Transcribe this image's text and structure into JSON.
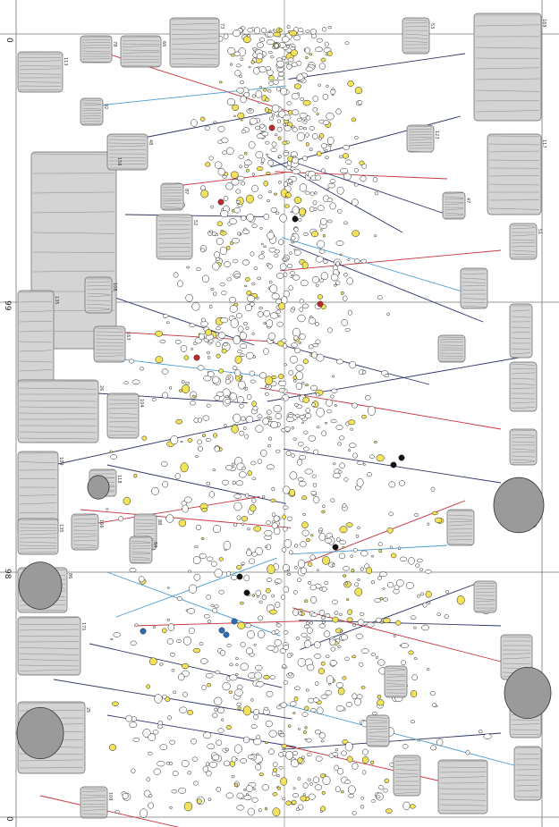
{
  "grid_labels": {
    "top_left": "0",
    "upper_mid": "99",
    "lower_mid": "98",
    "bottom_left": "0"
  },
  "colors": {
    "grid": "#777777",
    "line_red": "#c8323c",
    "line_blue": "#4a9bd6",
    "line_navy": "#2c3566",
    "fill_yellow": "#f3e35a",
    "sherd_gray": "#8a8a8a",
    "dot_black": "#111111",
    "dot_red": "#c0282b",
    "dot_blue": "#2a6fb5"
  },
  "legend_labels": {
    "catalog_numbers": [
      "113",
      "156",
      "92",
      "78",
      "66",
      "73",
      "48",
      "87",
      "52",
      "108",
      "135",
      "163",
      "26",
      "104",
      "109",
      "118",
      "135",
      "166",
      "86",
      "171",
      "25",
      "109",
      "88",
      "64",
      "169",
      "117",
      "53",
      "123",
      "47",
      "51"
    ]
  }
}
